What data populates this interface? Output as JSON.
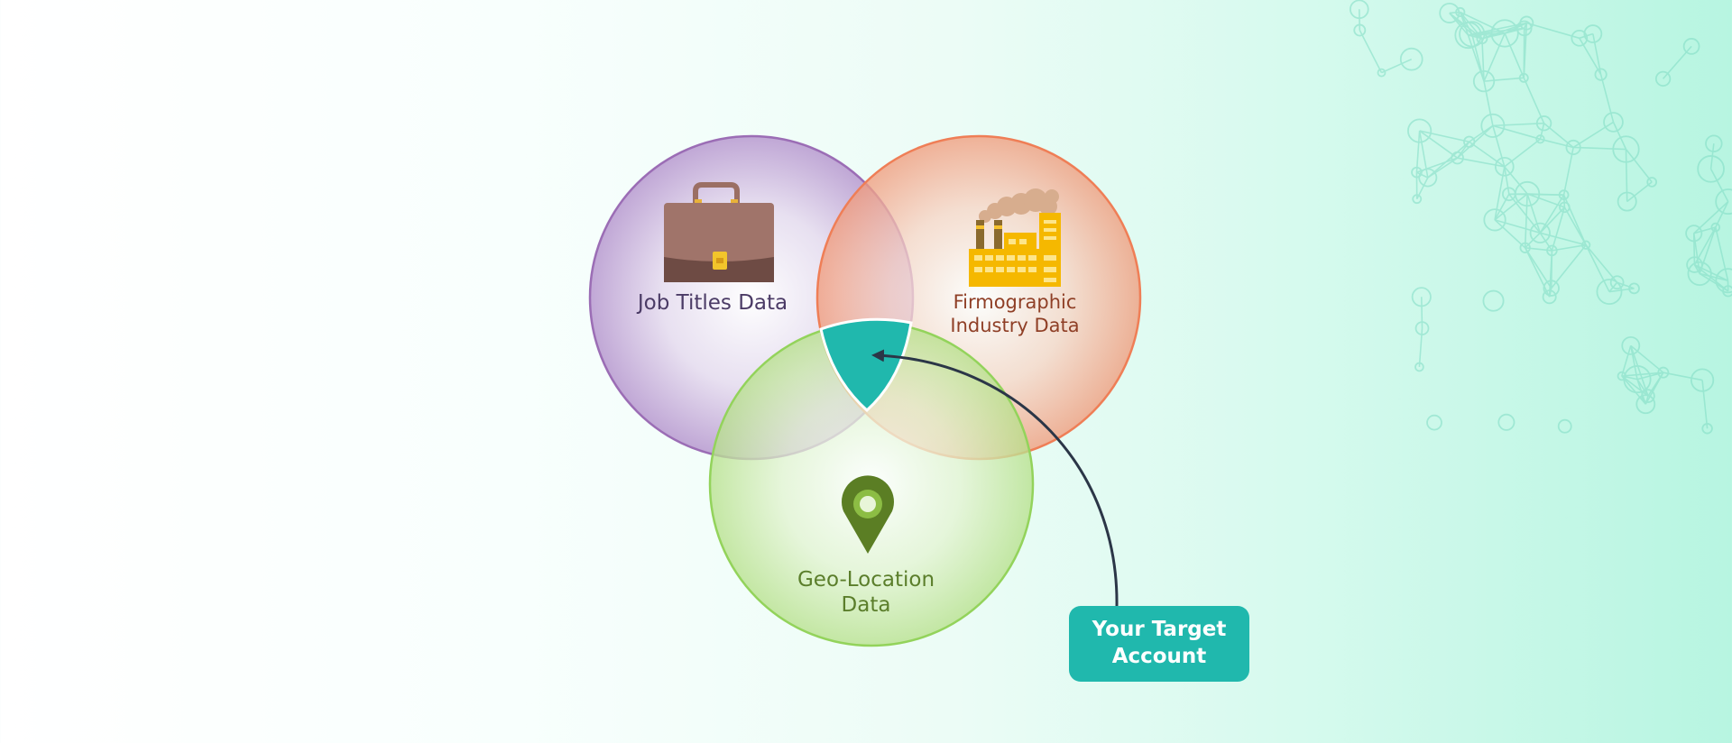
{
  "diagram": {
    "circles": [
      {
        "id": "job-titles",
        "label_lines": [
          "Job Titles Data"
        ],
        "icon": "briefcase-icon",
        "color": "#9b6db5"
      },
      {
        "id": "firmographic",
        "label_lines": [
          "Firmographic",
          "Industry Data"
        ],
        "icon": "factory-icon",
        "color": "#ef7e56"
      },
      {
        "id": "geo-location",
        "label_lines": [
          "Geo-Location",
          "Data"
        ],
        "icon": "map-pin-icon",
        "color": "#93d35b"
      }
    ],
    "intersection": {
      "color": "#20b8ad"
    },
    "callout": {
      "label_lines": [
        "Your Target",
        "Account"
      ],
      "color": "#20b8ad",
      "arrow_color": "#2b3647"
    }
  },
  "background": {
    "accent": "#b7f5e1",
    "network_pattern_color": "#7fdcc4"
  }
}
